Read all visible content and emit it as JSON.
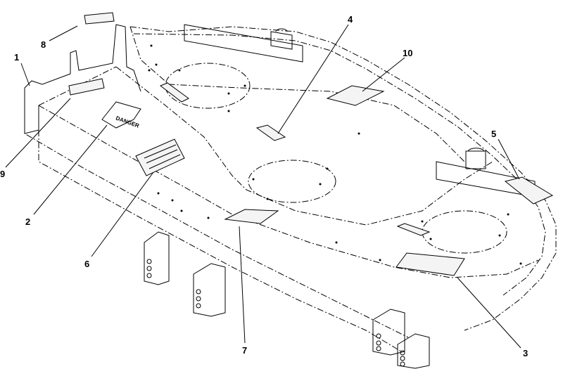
{
  "callouts": [
    {
      "id": "1",
      "label": "1"
    },
    {
      "id": "2",
      "label": "2"
    },
    {
      "id": "3",
      "label": "3"
    },
    {
      "id": "4",
      "label": "4"
    },
    {
      "id": "5",
      "label": "5"
    },
    {
      "id": "6",
      "label": "6"
    },
    {
      "id": "7",
      "label": "7"
    },
    {
      "id": "8",
      "label": "8"
    },
    {
      "id": "9",
      "label": "9"
    },
    {
      "id": "10",
      "label": "10"
    }
  ],
  "decal_text": {
    "danger": "DANGER"
  },
  "colors": {
    "line": "#000000",
    "background": "#ffffff"
  }
}
